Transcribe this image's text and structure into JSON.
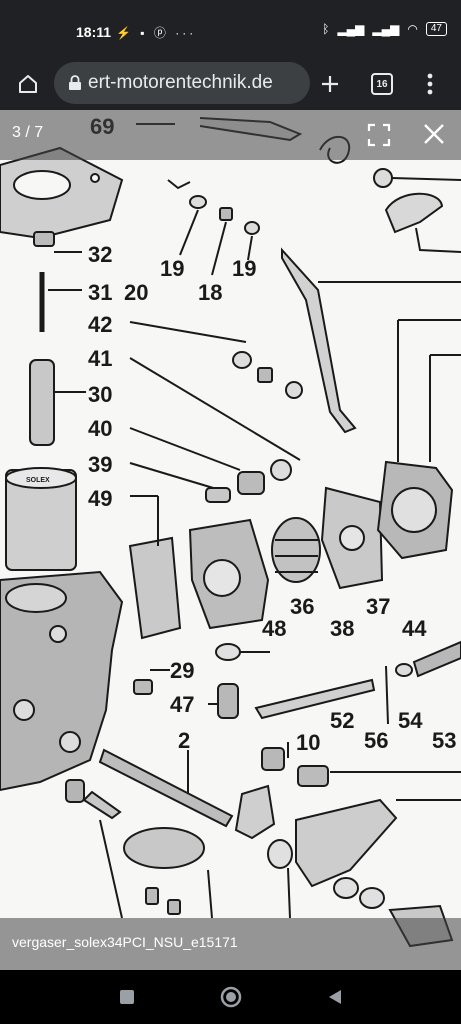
{
  "status": {
    "time": "18:11",
    "left_icons": "⚡ ▪ ⓟ ···",
    "battery": "47"
  },
  "browser": {
    "url": "ert-motorentechnik.de",
    "tab_count": "16"
  },
  "viewer": {
    "counter": "3 / 7",
    "caption": "vergaser_solex34PCI_NSU_e15171"
  },
  "diagram": {
    "labels": [
      "69",
      "32",
      "31",
      "20",
      "19",
      "18",
      "19",
      "42",
      "41",
      "30",
      "40",
      "39",
      "49",
      "36",
      "38",
      "37",
      "44",
      "48",
      "29",
      "47",
      "52",
      "54",
      "56",
      "53",
      "2",
      "10"
    ],
    "solex_text": "SOLEX"
  }
}
